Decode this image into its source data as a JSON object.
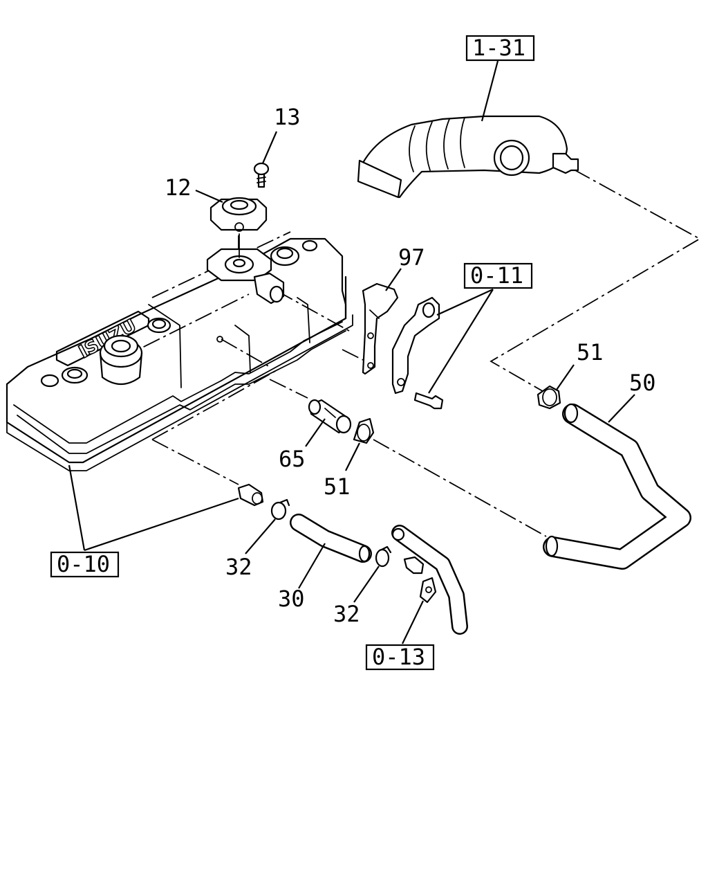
{
  "logo_text": "ISUZU",
  "callouts": {
    "c_13": "13",
    "c_12": "12",
    "c_97": "97",
    "c_51_top": "51",
    "c_50": "50",
    "c_65": "65",
    "c_51_mid": "51",
    "c_32_left": "32",
    "c_30": "30",
    "c_32_right": "32"
  },
  "references": {
    "r_1_31": "1-31",
    "r_0_11": "0-11",
    "r_0_10": "0-10",
    "r_0_13": "0-13"
  }
}
